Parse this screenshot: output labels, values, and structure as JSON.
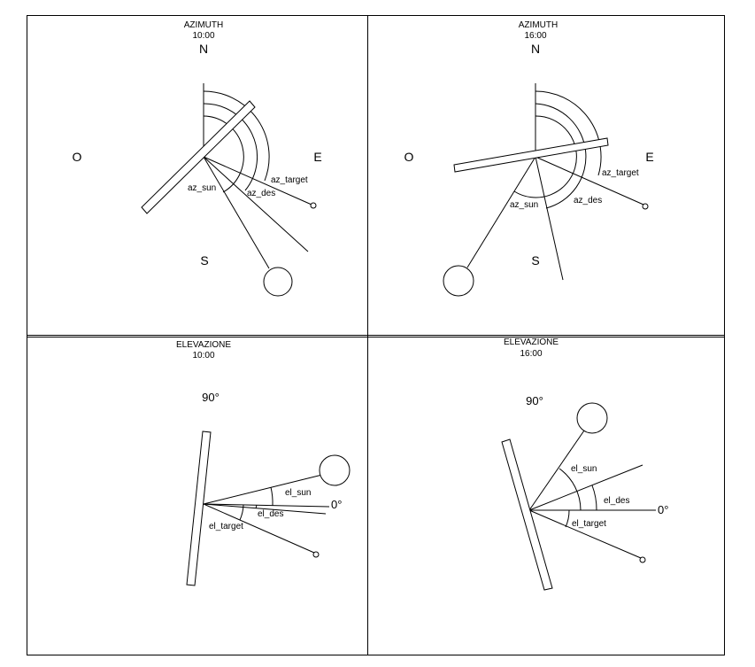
{
  "panels": {
    "az1": {
      "title": "AZIMUTH",
      "time": "10:00",
      "n": "N",
      "s": "S",
      "e": "E",
      "o": "O",
      "az_sun": "az_sun",
      "az_des": "az_des",
      "az_target": "az_target"
    },
    "az2": {
      "title": "AZIMUTH",
      "time": "16:00",
      "n": "N",
      "s": "S",
      "e": "E",
      "o": "O",
      "az_sun": "az_sun",
      "az_des": "az_des",
      "az_target": "az_target"
    },
    "el1": {
      "title": "ELEVAZIONE",
      "time": "10:00",
      "deg90": "90°",
      "deg0": "0°",
      "el_sun": "el_sun",
      "el_des": "el_des",
      "el_target": "el_target"
    },
    "el2": {
      "title": "ELEVAZIONE",
      "time": "16:00",
      "deg90": "90°",
      "deg0": "0°",
      "el_sun": "el_sun",
      "el_des": "el_des",
      "el_target": "el_target"
    }
  }
}
